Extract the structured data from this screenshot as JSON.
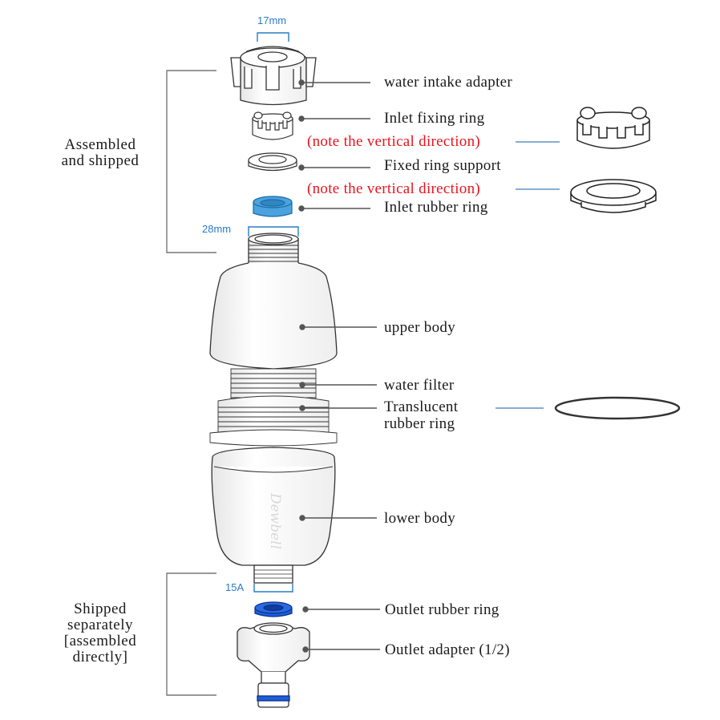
{
  "diagram": {
    "type": "exploded-view",
    "accent_blue": "#2b7bc8",
    "note_red": "#e8141e",
    "rubber_blue": "#4aa3df",
    "outlet_blue": "#1e5fd6"
  },
  "groups": {
    "assembled": {
      "line1": "Assembled",
      "line2": "and shipped"
    },
    "separate": {
      "line1": "Shipped",
      "line2": "separately",
      "line3": "[assembled",
      "line4": "directly]"
    }
  },
  "dimensions": {
    "intake": "17mm",
    "upper_thread": "28mm",
    "outlet_thread": "15A"
  },
  "parts": [
    {
      "id": "water-intake-adapter",
      "label": "water intake adapter"
    },
    {
      "id": "inlet-fixing-ring",
      "label": "Inlet fixing ring"
    },
    {
      "id": "fixed-ring-support",
      "label": "Fixed ring support"
    },
    {
      "id": "inlet-rubber-ring",
      "label": "Inlet rubber ring"
    },
    {
      "id": "upper-body",
      "label": "upper body"
    },
    {
      "id": "water-filter",
      "label": "water filter"
    },
    {
      "id": "translucent-rubber-ring",
      "label_line1": "Translucent",
      "label_line2": "rubber ring"
    },
    {
      "id": "lower-body",
      "label": "lower body",
      "brand": "Dewbell"
    },
    {
      "id": "outlet-rubber-ring",
      "label": "Outlet rubber ring"
    },
    {
      "id": "outlet-adapter",
      "label": "Outlet adapter (1/2)"
    }
  ],
  "notes": [
    {
      "text": "(note the vertical direction)",
      "refers_to": "inlet-fixing-ring"
    },
    {
      "text": "(note the vertical direction)",
      "refers_to": "fixed-ring-support"
    }
  ]
}
